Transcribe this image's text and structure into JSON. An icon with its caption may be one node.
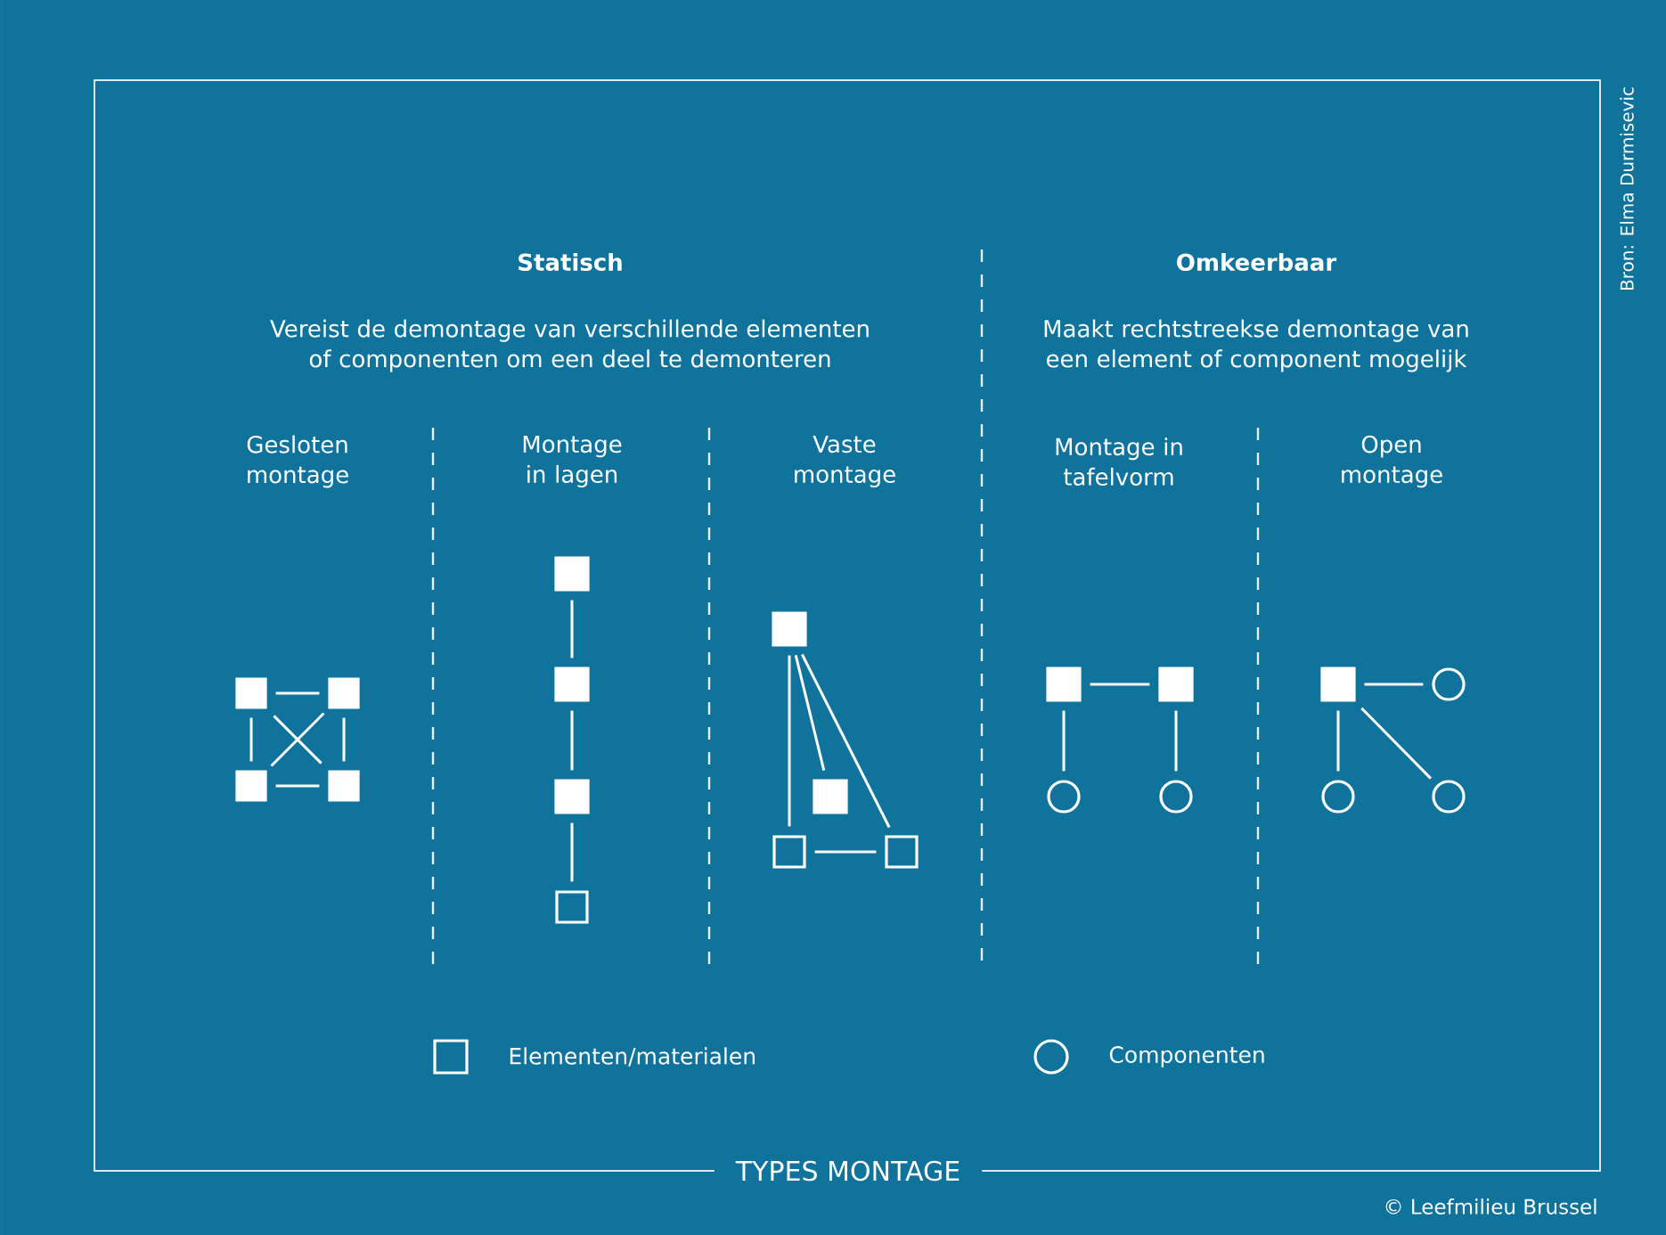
{
  "diagram": {
    "title": "TYPES MONTAGE",
    "nodes": [
      {
        "text": [],
        "shape": "block"
      },
      {
        "text": [],
        "shape": "block"
      },
      {
        "text": [],
        "shape": "block"
      },
      {
        "text": [],
        "shape": "block"
      },
      {
        "text": [],
        "shape": "block"
      },
      {
        "text": [],
        "shape": "block"
      },
      {
        "text": [],
        "shape": "block"
      },
      {
        "text": [],
        "shape": "square"
      },
      {
        "text": [],
        "shape": "block"
      },
      {
        "text": [],
        "shape": "block"
      },
      {
        "text": [],
        "shape": "square"
      },
      {
        "text": [],
        "shape": "square"
      },
      {
        "text": [],
        "shape": "block"
      },
      {
        "text": [],
        "shape": "block"
      },
      {
        "text": [],
        "shape": "circle"
      },
      {
        "text": [],
        "shape": "circle"
      },
      {
        "text": [],
        "shape": "block"
      },
      {
        "text": [],
        "shape": "circle"
      },
      {
        "text": [],
        "shape": "circle"
      },
      {
        "text": [],
        "shape": "circle"
      }
    ],
    "edges": [
      {
        "from": 0,
        "to": 1,
        "arrow": "none"
      },
      {
        "from": 0,
        "to": 2,
        "arrow": "none"
      },
      {
        "from": 1,
        "to": 3,
        "arrow": "none"
      },
      {
        "from": 2,
        "to": 3,
        "arrow": "none"
      },
      {
        "from": 0,
        "to": 3,
        "arrow": "none"
      },
      {
        "from": 1,
        "to": 2,
        "arrow": "none"
      },
      {
        "from": 4,
        "to": 5,
        "arrow": "none"
      },
      {
        "from": 5,
        "to": 6,
        "arrow": "none"
      },
      {
        "from": 6,
        "to": 7,
        "arrow": "none"
      },
      {
        "from": 8,
        "to": 10,
        "arrow": "none"
      },
      {
        "from": 8,
        "to": 9,
        "arrow": "none"
      },
      {
        "from": 8,
        "to": 11,
        "arrow": "none"
      },
      {
        "from": 10,
        "to": 11,
        "arrow": "none"
      },
      {
        "from": 12,
        "to": 13,
        "arrow": "none"
      },
      {
        "from": 12,
        "to": 14,
        "arrow": "none"
      },
      {
        "from": 13,
        "to": 15,
        "arrow": "none"
      },
      {
        "from": 16,
        "to": 17,
        "arrow": "none"
      },
      {
        "from": 16,
        "to": 18,
        "arrow": "none"
      },
      {
        "from": 16,
        "to": 19,
        "arrow": "none"
      }
    ],
    "labels": [
      "Statisch",
      "Vereist de demontage van verschillende elementen of componenten om een deel te demonteren",
      "Omkeerbaar",
      "Maakt rechtstreekse demontage van een element of component mogelijk",
      "Gesloten montage",
      "Montage in lagen",
      "Vaste montage",
      "Montage in tafelvorm",
      "Open montage",
      "Bron: Elma Durmisevic",
      "© Leefmilieu Brussel"
    ],
    "legend": [
      {
        "text": "Elementen/materialen"
      },
      {
        "text": "Componenten"
      }
    ]
  }
}
